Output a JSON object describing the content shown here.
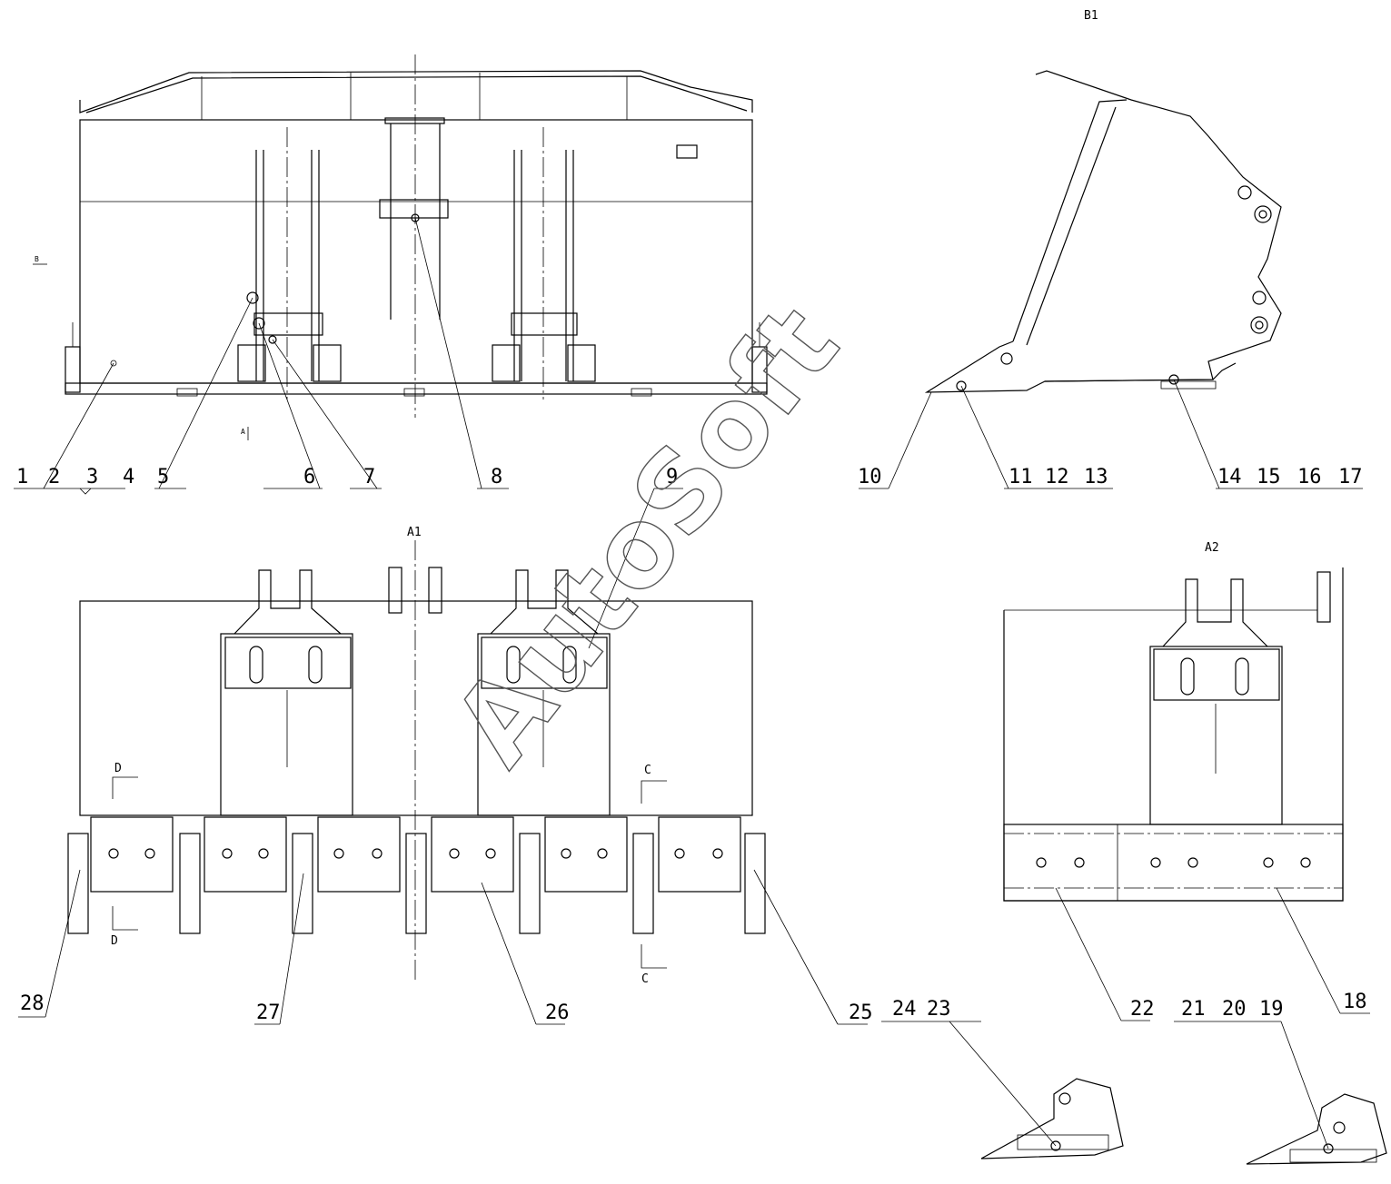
{
  "view_titles": {
    "b1": "B1",
    "a1": "A1",
    "a2": "A2",
    "b_mark": "B",
    "a_mark": "A"
  },
  "section_marks": {
    "d": "D",
    "c": "C"
  },
  "watermark": "AutoSoft",
  "part_labels": {
    "p1": "1",
    "p2": "2",
    "p3": "3",
    "p4": "4",
    "p5": "5",
    "p6": "6",
    "p7": "7",
    "p8": "8",
    "p9": "9",
    "p10": "10",
    "p11": "11",
    "p12": "12",
    "p13": "13",
    "p14": "14",
    "p15": "15",
    "p16": "16",
    "p17": "17",
    "p18": "18",
    "p19": "19",
    "p20": "20",
    "p21": "21",
    "p22": "22",
    "p23": "23",
    "p24": "24",
    "p25": "25",
    "p26": "26",
    "p27": "27",
    "p28": "28"
  }
}
